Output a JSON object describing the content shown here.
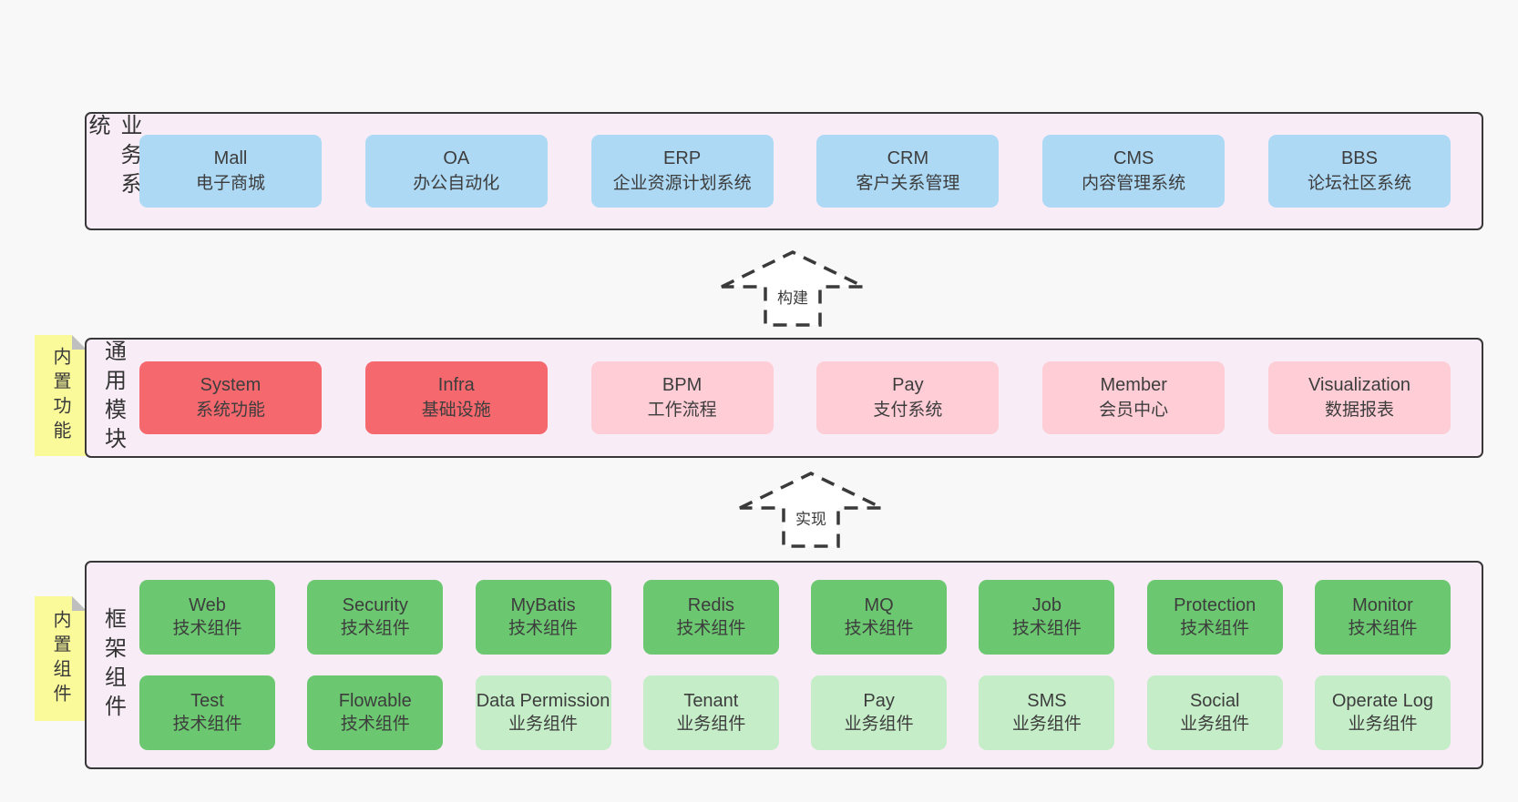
{
  "colors": {
    "page_bg": "#f8f8f8",
    "band_bg": "#f8edf6",
    "band_border": "#383838",
    "blue": "#add9f5",
    "red": "#f5696e",
    "pink": "#fecdd6",
    "green_dark": "#6cc870",
    "green_light": "#c5edc8",
    "sticky_yellow": "#fafa9b",
    "fold_gray": "#bfbfbf",
    "text": "#3d3d3d"
  },
  "arrows": [
    {
      "label": "构建"
    },
    {
      "label": "实现"
    }
  ],
  "bands": [
    {
      "label": "业务系统",
      "rows": [
        [
          {
            "en": "Mall",
            "zh": "电子商城"
          },
          {
            "en": "OA",
            "zh": "办公自动化"
          },
          {
            "en": "ERP",
            "zh": "企业资源计划系统"
          },
          {
            "en": "CRM",
            "zh": "客户关系管理"
          },
          {
            "en": "CMS",
            "zh": "内容管理系统"
          },
          {
            "en": "BBS",
            "zh": "论坛社区系统"
          }
        ]
      ]
    },
    {
      "label": "通用模块",
      "sticky": "内置功能",
      "rows": [
        [
          {
            "en": "System",
            "zh": "系统功能"
          },
          {
            "en": "Infra",
            "zh": "基础设施"
          },
          {
            "en": "BPM",
            "zh": "工作流程"
          },
          {
            "en": "Pay",
            "zh": "支付系统"
          },
          {
            "en": "Member",
            "zh": "会员中心"
          },
          {
            "en": "Visualization",
            "zh": "数据报表"
          }
        ]
      ]
    },
    {
      "label": "框架组件",
      "sticky": "内置组件",
      "rows": [
        [
          {
            "en": "Web",
            "zh": "技术组件"
          },
          {
            "en": "Security",
            "zh": "技术组件"
          },
          {
            "en": "MyBatis",
            "zh": "技术组件"
          },
          {
            "en": "Redis",
            "zh": "技术组件"
          },
          {
            "en": "MQ",
            "zh": "技术组件"
          },
          {
            "en": "Job",
            "zh": "技术组件"
          },
          {
            "en": "Protection",
            "zh": "技术组件"
          },
          {
            "en": "Monitor",
            "zh": "技术组件"
          }
        ],
        [
          {
            "en": "Test",
            "zh": "技术组件"
          },
          {
            "en": "Flowable",
            "zh": "技术组件"
          },
          {
            "en": "Data Permission",
            "zh": "业务组件"
          },
          {
            "en": "Tenant",
            "zh": "业务组件"
          },
          {
            "en": "Pay",
            "zh": "业务组件"
          },
          {
            "en": "SMS",
            "zh": "业务组件"
          },
          {
            "en": "Social",
            "zh": "业务组件"
          },
          {
            "en": "Operate Log",
            "zh": "业务组件"
          }
        ]
      ]
    }
  ]
}
